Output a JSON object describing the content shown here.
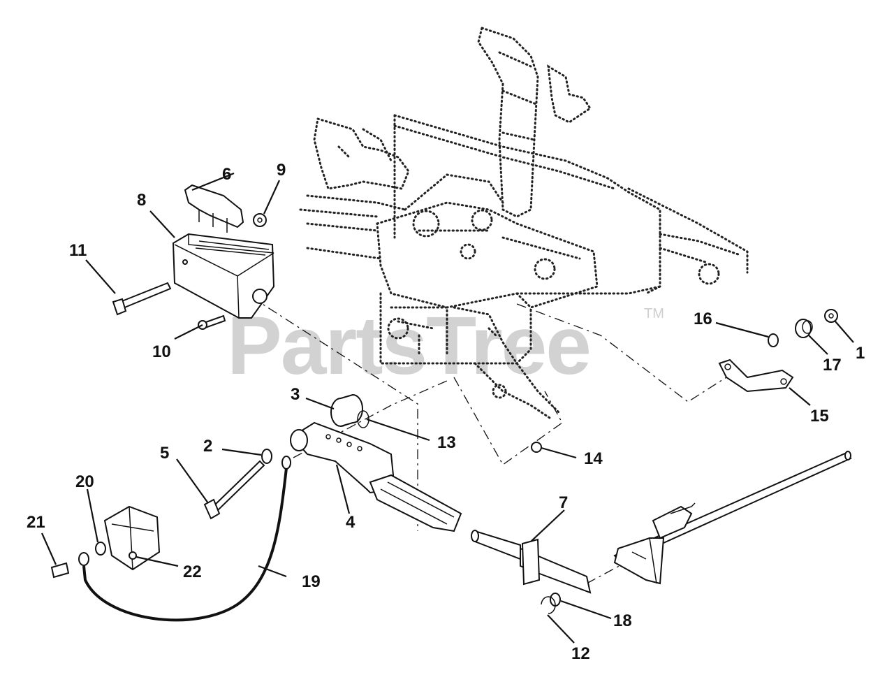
{
  "watermark": {
    "text": "PartsTree",
    "trademark": "TM"
  },
  "callouts": [
    {
      "id": "1",
      "label": "1"
    },
    {
      "id": "2",
      "label": "2"
    },
    {
      "id": "3",
      "label": "3"
    },
    {
      "id": "4",
      "label": "4"
    },
    {
      "id": "5",
      "label": "5"
    },
    {
      "id": "6",
      "label": "6"
    },
    {
      "id": "7",
      "label": "7"
    },
    {
      "id": "8",
      "label": "8"
    },
    {
      "id": "9",
      "label": "9"
    },
    {
      "id": "10",
      "label": "10"
    },
    {
      "id": "11",
      "label": "11"
    },
    {
      "id": "12",
      "label": "12"
    },
    {
      "id": "13",
      "label": "13"
    },
    {
      "id": "14",
      "label": "14"
    },
    {
      "id": "15",
      "label": "15"
    },
    {
      "id": "16",
      "label": "16"
    },
    {
      "id": "17",
      "label": "17"
    },
    {
      "id": "18",
      "label": "18"
    },
    {
      "id": "19",
      "label": "19"
    },
    {
      "id": "20",
      "label": "20"
    },
    {
      "id": "21",
      "label": "21"
    },
    {
      "id": "22",
      "label": "22"
    }
  ]
}
